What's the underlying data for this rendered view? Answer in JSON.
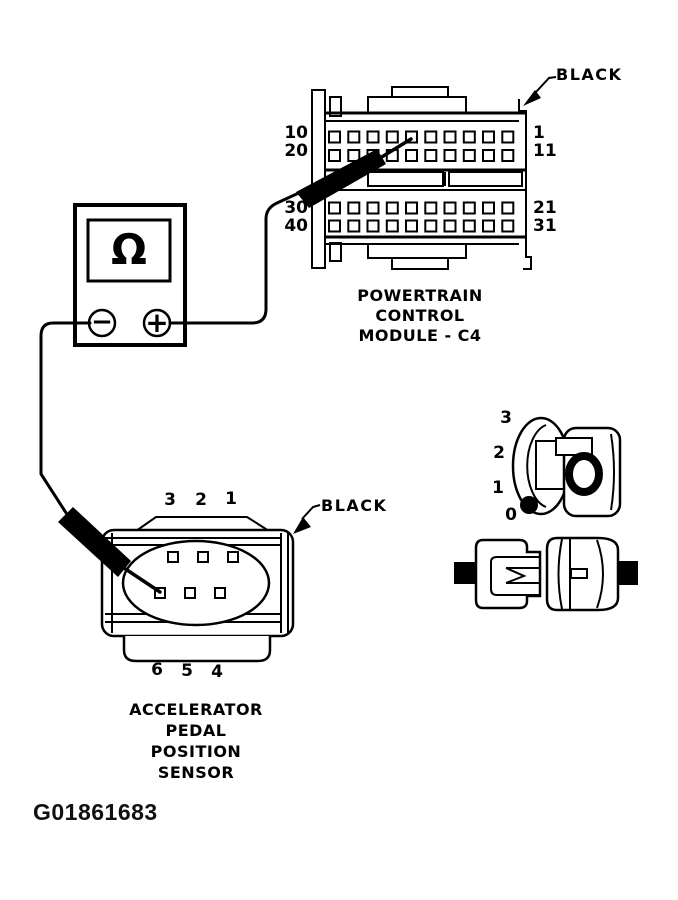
{
  "figure_id": "G01861683",
  "colors": {
    "ink": "#000000",
    "paper": "#ffffff"
  },
  "meter": {
    "display_symbol": "Ω",
    "negative_terminal": "−",
    "positive_terminal": "+"
  },
  "pcm": {
    "label_lines": [
      "POWERTRAIN",
      "CONTROL",
      "MODULE - C4"
    ],
    "connector_color_label": "BLACK",
    "left_pin_labels": [
      "10",
      "20",
      "30",
      "40"
    ],
    "right_pin_labels": [
      "1",
      "11",
      "21",
      "31"
    ],
    "pins_per_row": 10,
    "pin_rows": 4
  },
  "sensor": {
    "label_lines": [
      "ACCELERATOR",
      "PEDAL",
      "POSITION",
      "SENSOR"
    ],
    "connector_color_label": "BLACK",
    "top_pin_labels": [
      "3",
      "2",
      "1"
    ],
    "bottom_pin_labels": [
      "6",
      "5",
      "4"
    ],
    "pins_per_row": 3,
    "pin_rows": 2
  },
  "terminal_detail": {
    "position_labels": [
      "3",
      "2",
      "1",
      "0"
    ]
  }
}
